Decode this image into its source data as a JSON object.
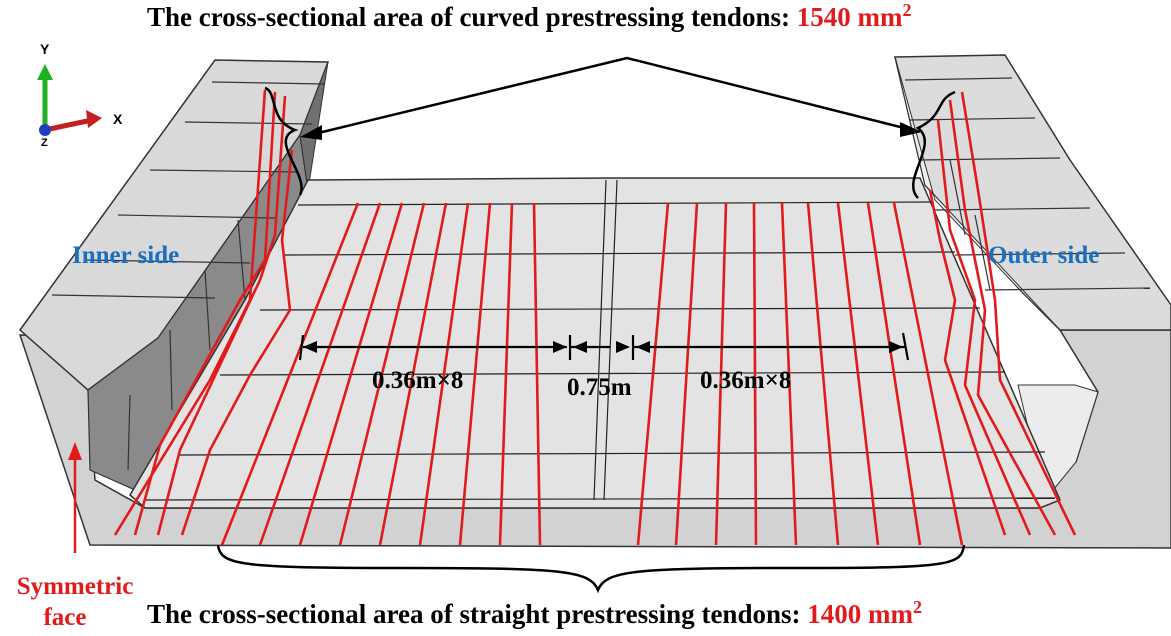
{
  "top_title": {
    "text": "The cross-sectional area of curved prestressing tendons: ",
    "value": "1540",
    "unit": "mm",
    "exp": "2"
  },
  "bottom_title": {
    "text": "The cross-sectional area of straight prestressing tendons: ",
    "value": "1400",
    "unit": "mm",
    "exp": "2"
  },
  "labels": {
    "inner_side": "Inner side",
    "outer_side": "Outer side",
    "symmetric_face_line1": "Symmetric",
    "symmetric_face_line2": "face"
  },
  "dimensions": {
    "left_spacing": "0.36m×8",
    "center_gap": "0.75m",
    "right_spacing": "0.36m×8"
  },
  "axes": {
    "y": "Y",
    "x": "X",
    "z": "Z"
  },
  "colors": {
    "tendon": "#e31a1c",
    "label_blue": "#1b6fc1",
    "accent_red": "#e31a1c",
    "axis_y": "#22b022",
    "axis_x": "#c42020",
    "axis_z": "#1f3fbf"
  }
}
